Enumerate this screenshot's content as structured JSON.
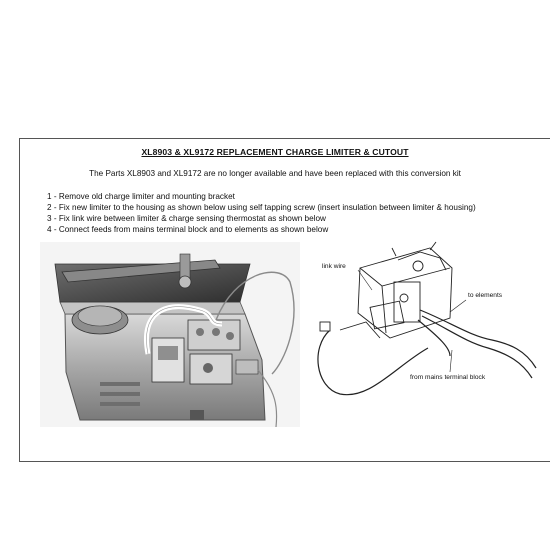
{
  "document": {
    "title": "XL8903 & XL9172  REPLACEMENT CHARGE LIMITER & CUTOUT",
    "intro": "The Parts XL8903 and XL9172 are no longer available and have been replaced with this conversion kit",
    "steps": [
      "1 - Remove old charge limiter and mounting bracket",
      "2 - Fix new limiter to the housing as shown below using self tapping screw (insert insulation between limiter & housing)",
      "3 - Fix link wire between limiter & charge sensing thermostat as shown below",
      "4 - Connect feeds from mains terminal block and to elements as shown below"
    ]
  },
  "diagram": {
    "labels": {
      "link_wire": "link wire",
      "to_elements": "to elements",
      "from_mains": "from mains terminal block"
    }
  }
}
